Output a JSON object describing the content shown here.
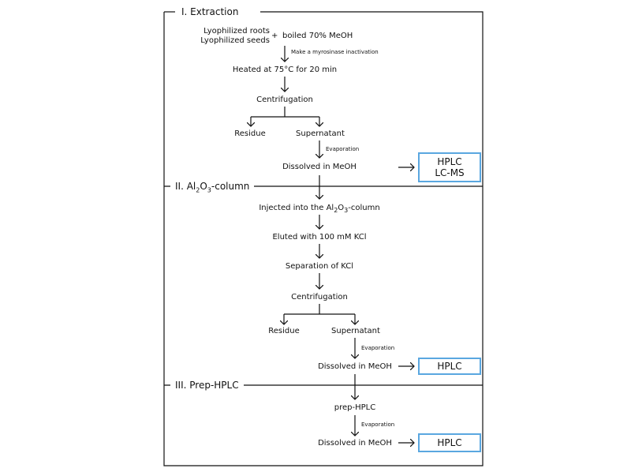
{
  "sections": {
    "extraction": "I. Extraction",
    "column_pre": "II. Al",
    "column_sub1": "2",
    "column_mid": "O",
    "column_sub2": "3",
    "column_post": "-column",
    "prep": "III. Prep-HPLC"
  },
  "extraction": {
    "roots": "Lyophilized roots",
    "seeds": "Lyophilized seeds",
    "plus": "+",
    "solvent": "boiled 70% MeOH",
    "note_myrosinase": "Make a myrosinase inactivation",
    "heat": "Heated at 75°C for 20 min",
    "centrifugation": "Centrifugation",
    "residue": "Residue",
    "supernatant": "Supernatant",
    "evaporation": "Evaporation",
    "dissolved": "Dissolved in MeOH",
    "result1": "HPLC",
    "result2": "LC-MS"
  },
  "column": {
    "inject_pre": "Injected into the Al",
    "inject_sub1": "2",
    "inject_mid": "O",
    "inject_sub2": "3",
    "inject_post": "-column",
    "elute": "Eluted with 100 mM KCl",
    "separation": "Separation of KCl",
    "centrifugation": "Centrifugation",
    "residue": "Residue",
    "supernatant": "Supernatant",
    "evaporation": "Evaporation",
    "dissolved": "Dissolved in MeOH",
    "result": "HPLC"
  },
  "prep": {
    "step": "prep-HPLC",
    "evaporation": "Evaporation",
    "dissolved": "Dissolved in MeOH",
    "result": "HPLC"
  }
}
